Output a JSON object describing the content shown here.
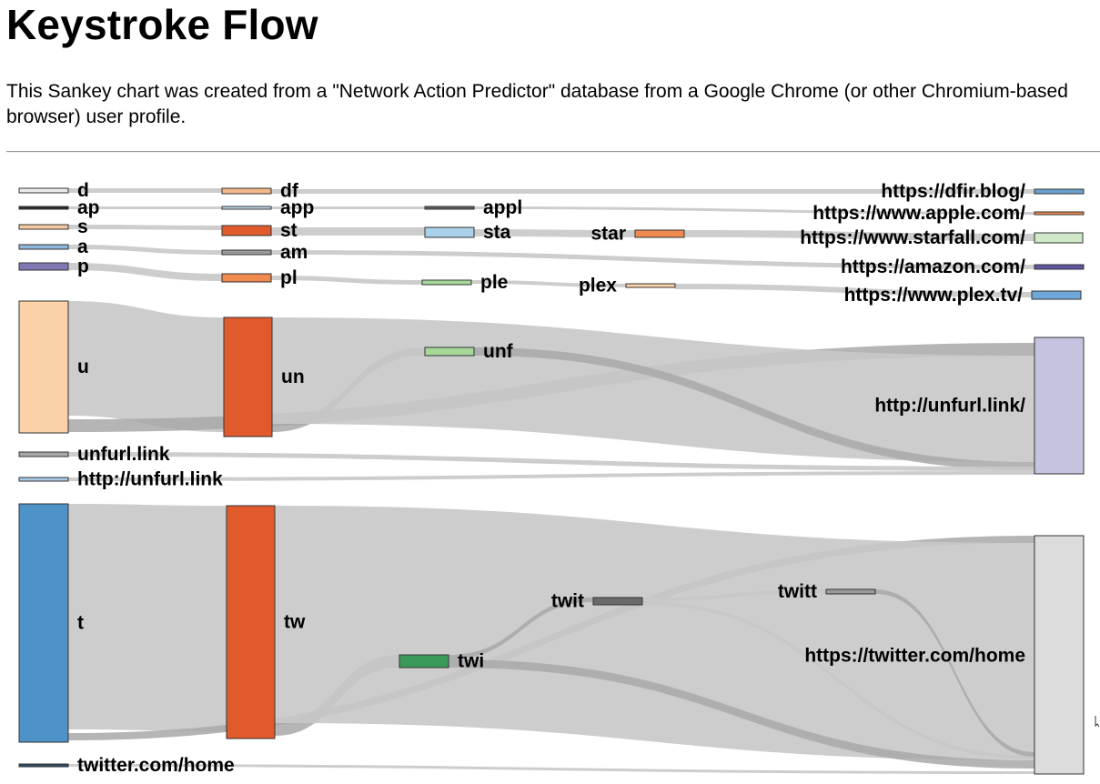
{
  "page": {
    "title": "Keystroke Flow",
    "description": "This Sankey chart was created from a \"Network Action Predictor\" database from a Google Chrome (or other Chromium-based browser) user profile."
  },
  "chart_data": {
    "type": "sankey",
    "nodes": [
      {
        "id": "d",
        "label": "d",
        "color": "#ebebeb"
      },
      {
        "id": "ap",
        "label": "ap",
        "color": "#2a2a2a"
      },
      {
        "id": "s",
        "label": "s",
        "color": "#f5c9a1"
      },
      {
        "id": "a",
        "label": "a",
        "color": "#8fb7d9"
      },
      {
        "id": "p",
        "label": "p",
        "color": "#8178b3"
      },
      {
        "id": "u",
        "label": "u",
        "color": "#fbd2a8"
      },
      {
        "id": "unfurl.link",
        "label": "unfurl.link",
        "color": "#a8a8a8"
      },
      {
        "id": "http://unfurl.link",
        "label": "http://unfurl.link",
        "color": "#a8c9e6"
      },
      {
        "id": "t",
        "label": "t",
        "color": "#4e93c8"
      },
      {
        "id": "twitter.com/home",
        "label": "twitter.com/home",
        "color": "#2a4a66"
      },
      {
        "id": "df",
        "label": "df",
        "color": "#f2b888"
      },
      {
        "id": "app",
        "label": "app",
        "color": "#b9d9ee"
      },
      {
        "id": "st",
        "label": "st",
        "color": "#e15a2b"
      },
      {
        "id": "am",
        "label": "am",
        "color": "#9a9a9a"
      },
      {
        "id": "pl",
        "label": "pl",
        "color": "#f08a4f"
      },
      {
        "id": "un",
        "label": "un",
        "color": "#e15a2b"
      },
      {
        "id": "tw",
        "label": "tw",
        "color": "#e15a2b"
      },
      {
        "id": "appl",
        "label": "appl",
        "color": "#5e5e5e"
      },
      {
        "id": "sta",
        "label": "sta",
        "color": "#a9d2ea"
      },
      {
        "id": "ple",
        "label": "ple",
        "color": "#a6d89a"
      },
      {
        "id": "unf",
        "label": "unf",
        "color": "#a6d89a"
      },
      {
        "id": "twi",
        "label": "twi",
        "color": "#3b9a5a"
      },
      {
        "id": "star",
        "label": "star",
        "color": "#f08a4f"
      },
      {
        "id": "plex",
        "label": "plex",
        "color": "#fbd2a8"
      },
      {
        "id": "twit",
        "label": "twit",
        "color": "#6a6a6a"
      },
      {
        "id": "twitt",
        "label": "twitt",
        "color": "#9a9a9a"
      },
      {
        "id": "https://dfir.blog/",
        "label": "https://dfir.blog/",
        "color": "#6b9fcf"
      },
      {
        "id": "https://www.apple.com/",
        "label": "https://www.apple.com/",
        "color": "#f08a4f"
      },
      {
        "id": "https://www.starfall.com/",
        "label": "https://www.starfall.com/",
        "color": "#cfe8c8"
      },
      {
        "id": "https://amazon.com/",
        "label": "https://amazon.com/",
        "color": "#5e55a0"
      },
      {
        "id": "https://www.plex.tv/",
        "label": "https://www.plex.tv/",
        "color": "#6fa8d8"
      },
      {
        "id": "http://unfurl.link/",
        "label": "http://unfurl.link/",
        "color": "#c4c4e0"
      },
      {
        "id": "https://twitter.com/home",
        "label": "https://twitter.com/home",
        "color": "#dcdcdc"
      }
    ],
    "links": [
      {
        "source": "d",
        "target": "df",
        "value": 1
      },
      {
        "source": "df",
        "target": "https://dfir.blog/",
        "value": 1
      },
      {
        "source": "ap",
        "target": "app",
        "value": 1
      },
      {
        "source": "app",
        "target": "appl",
        "value": 1
      },
      {
        "source": "appl",
        "target": "https://www.apple.com/",
        "value": 1
      },
      {
        "source": "s",
        "target": "st",
        "value": 1
      },
      {
        "source": "st",
        "target": "sta",
        "value": 1
      },
      {
        "source": "sta",
        "target": "star",
        "value": 1
      },
      {
        "source": "star",
        "target": "https://www.starfall.com/",
        "value": 1
      },
      {
        "source": "a",
        "target": "am",
        "value": 1
      },
      {
        "source": "am",
        "target": "https://amazon.com/",
        "value": 1
      },
      {
        "source": "p",
        "target": "pl",
        "value": 1
      },
      {
        "source": "pl",
        "target": "ple",
        "value": 1
      },
      {
        "source": "ple",
        "target": "plex",
        "value": 1
      },
      {
        "source": "plex",
        "target": "https://www.plex.tv/",
        "value": 1
      },
      {
        "source": "u",
        "target": "un",
        "value": 20
      },
      {
        "source": "u",
        "target": "http://unfurl.link/",
        "value": 1
      },
      {
        "source": "un",
        "target": "unf",
        "value": 1
      },
      {
        "source": "un",
        "target": "http://unfurl.link/",
        "value": 17
      },
      {
        "source": "unf",
        "target": "http://unfurl.link/",
        "value": 1
      },
      {
        "source": "unfurl.link",
        "target": "http://unfurl.link/",
        "value": 1
      },
      {
        "source": "http://unfurl.link",
        "target": "http://unfurl.link/",
        "value": 1
      },
      {
        "source": "t",
        "target": "tw",
        "value": 33
      },
      {
        "source": "t",
        "target": "https://twitter.com/home",
        "value": 1
      },
      {
        "source": "tw",
        "target": "twi",
        "value": 2
      },
      {
        "source": "tw",
        "target": "https://twitter.com/home",
        "value": 30
      },
      {
        "source": "twi",
        "target": "twit",
        "value": 1
      },
      {
        "source": "twi",
        "target": "https://twitter.com/home",
        "value": 1
      },
      {
        "source": "twit",
        "target": "twitt",
        "value": 1
      },
      {
        "source": "twit",
        "target": "https://twitter.com/home",
        "value": 1
      },
      {
        "source": "twitt",
        "target": "https://twitter.com/home",
        "value": 1
      },
      {
        "source": "twitter.com/home",
        "target": "https://twitter.com/home",
        "value": 1
      }
    ]
  }
}
